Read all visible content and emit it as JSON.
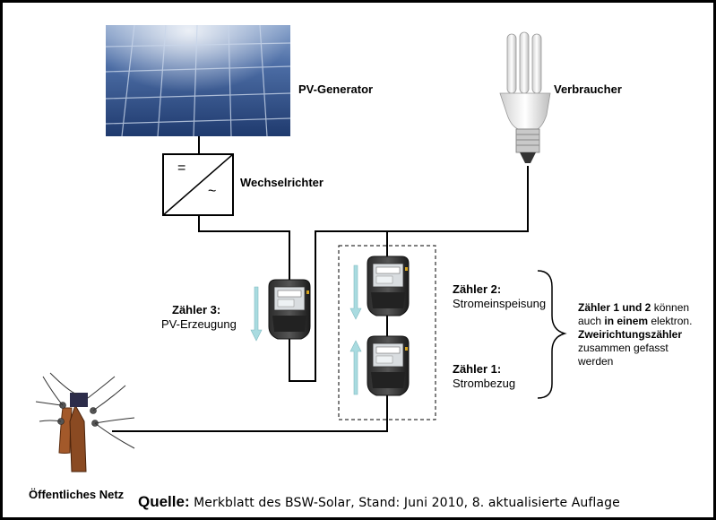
{
  "labels": {
    "pv_generator": "PV-Generator",
    "inverter": "Wechselrichter",
    "inverter_dc": "=",
    "inverter_ac": "~",
    "consumer": "Verbraucher",
    "meter3_title": "Zähler 3:",
    "meter3_desc": "PV-Erzeugung",
    "meter2_title": "Zähler 2:",
    "meter2_desc": "Stromeinspeisung",
    "meter1_title": "Zähler 1:",
    "meter1_desc": "Strombezug",
    "grid": "Öffentliches Netz"
  },
  "note": {
    "part1": "Zähler 1 und 2",
    "part2": " können",
    "part3": "auch ",
    "part4": "in einem",
    "part5": "  elektron.",
    "part6": "Zweirichtungszähler",
    "part7": "zusammen gefasst",
    "part8": "werden"
  },
  "source": {
    "prefix": "Quelle:",
    "text": "Merkblatt des BSW-Solar, Stand: Juni 2010, 8. aktualisierte Auflage"
  },
  "colors": {
    "wire": "#000000",
    "arrow": "#a9dbe0",
    "panel": "#2e4f86",
    "pole": "#8a4a22"
  }
}
